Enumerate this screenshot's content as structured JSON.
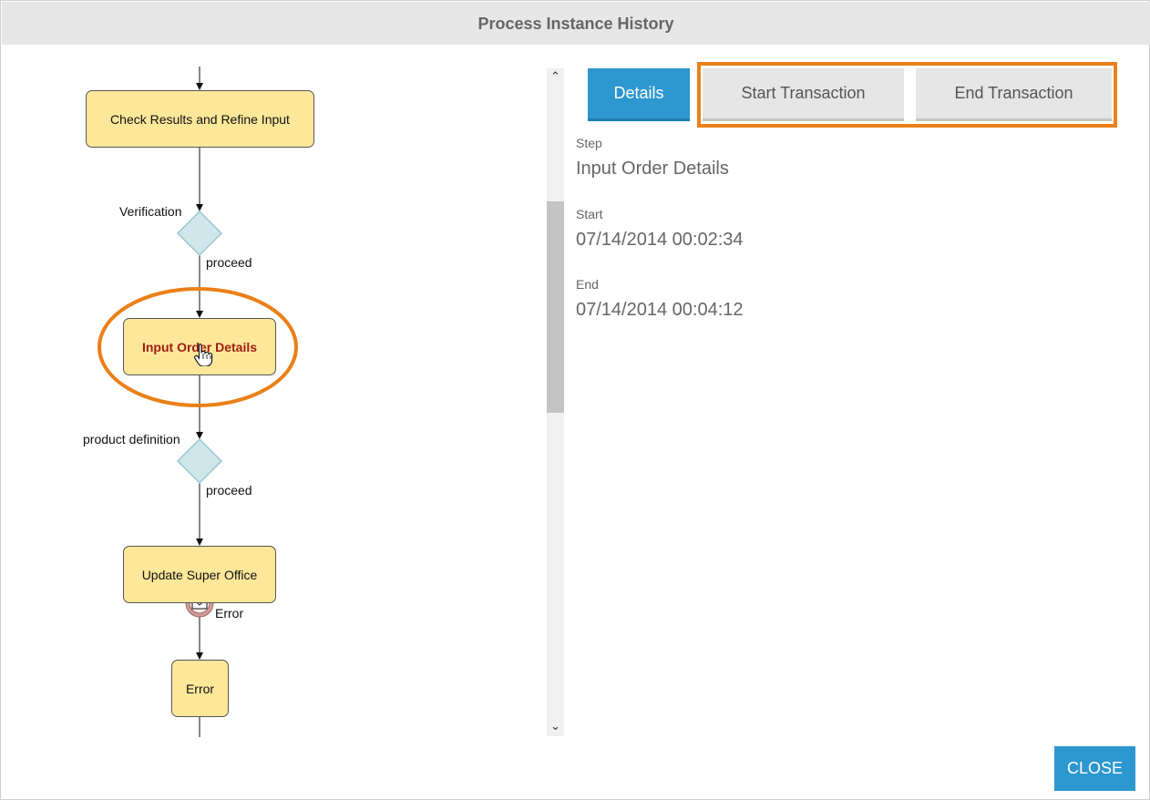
{
  "dialog": {
    "title": "Process Instance History"
  },
  "diagram": {
    "nodes": {
      "check_results": "Check Results and Refine Input",
      "input_order": "Input Order Details",
      "update_super_office": "Update Super Office",
      "error": "Error"
    },
    "gateways": {
      "verification": "Verification",
      "product_definition": "product definition"
    },
    "flow_labels": {
      "proceed_1": "proceed",
      "proceed_2": "proceed",
      "error_event": "Error"
    },
    "selected_node": "Input Order Details",
    "highlight_color": "#ea8018",
    "task_fill": "#fde89a",
    "gateway_fill": "#cfe6ea"
  },
  "tabs": [
    {
      "label": "Details",
      "active": true
    },
    {
      "label": "Start Transaction",
      "active": false
    },
    {
      "label": "End Transaction",
      "active": false
    }
  ],
  "details": {
    "step_label": "Step",
    "step_value": "Input Order Details",
    "start_label": "Start",
    "start_value": "07/14/2014 00:02:34",
    "end_label": "End",
    "end_value": "07/14/2014 00:04:12"
  },
  "scrollbar": {
    "up_icon": "chevron-up-icon",
    "down_icon": "chevron-down-icon"
  },
  "footer": {
    "close_label": "CLOSE"
  },
  "colors": {
    "accent": "#2d97cf",
    "highlight": "#ea8018"
  }
}
